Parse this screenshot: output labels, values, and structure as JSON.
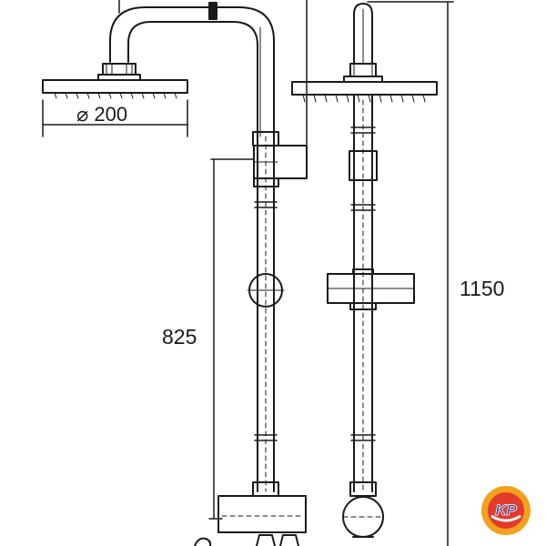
{
  "labels": {
    "head_diameter": "⌀ 200",
    "height_825": "825",
    "height_1150": "1150"
  },
  "logo": {
    "text": "KP",
    "colors": {
      "ring": "#f4a11d",
      "inner": "#e23b2e",
      "text": "#2b3f9c"
    }
  },
  "colors": {
    "line": "#1a1a1a",
    "background": "#ffffff"
  }
}
